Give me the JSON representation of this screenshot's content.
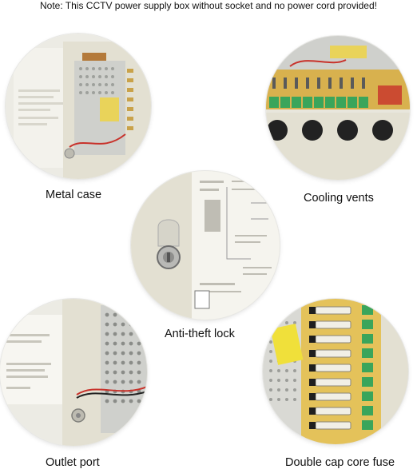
{
  "note": "Note: This CCTV power supply box without socket and no power cord provided!",
  "features": [
    {
      "label": "Metal case",
      "picture": "metal-case-photo"
    },
    {
      "label": "Cooling vents",
      "picture": "cooling-vents-photo"
    },
    {
      "label": "Anti-theft lock",
      "picture": "anti-theft-lock-photo"
    },
    {
      "label": "Outlet port",
      "picture": "outlet-port-photo"
    },
    {
      "label": "Double cap core fuse",
      "picture": "fuse-board-photo"
    }
  ],
  "colors": {
    "case_beige": "#e3e0d2",
    "metal_silver": "#cfd0cc",
    "terminal_green": "#3aa55b",
    "board_yellow": "#e4c25a",
    "wire_red": "#c8322b"
  }
}
